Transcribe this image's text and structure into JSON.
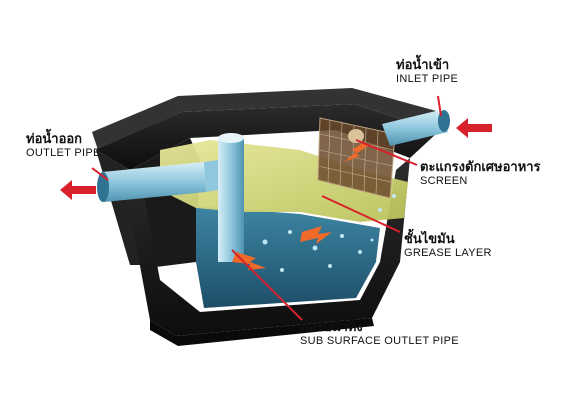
{
  "labels": {
    "inlet": {
      "thai": "ท่อน้ำเข้า",
      "english": "INLET PIPE"
    },
    "outlet": {
      "thai": "ท่อน้ำออก",
      "english": "OUTLET PIPE"
    },
    "screen": {
      "thai": "ตะแกรงดักเศษอาหาร",
      "english": "SCREEN"
    },
    "grease": {
      "thai": "ชั้นไขมัน",
      "english": "GREASE LAYER"
    },
    "sub_outlet": {
      "thai": "ท่อรับน้ำทิ้ง",
      "english": "SUB SURFACE OUTLET PIPE"
    }
  },
  "colors": {
    "tank": "#1b1b1b",
    "tank_rim": "#3a3a3a",
    "grease": "#d9dc7a",
    "water": "#2f6f8e",
    "pipe": "#9fd2e6",
    "arrow": "#d8212a",
    "flow": "#f06a2a"
  }
}
